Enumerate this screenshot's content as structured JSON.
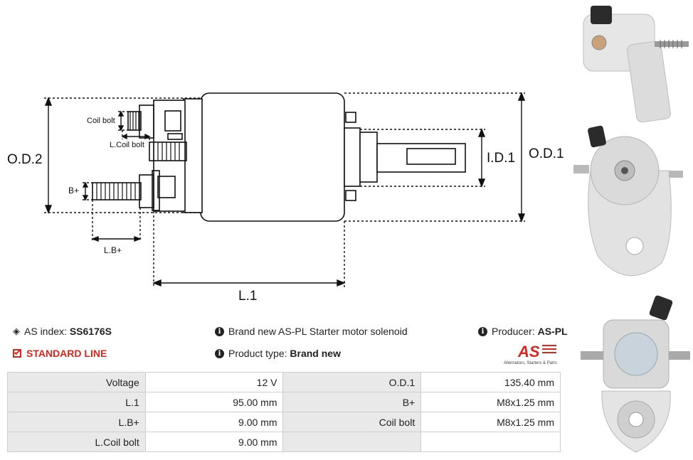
{
  "diagram": {
    "labels": {
      "od2": "O.D.2",
      "od1": "O.D.1",
      "id1": "I.D.1",
      "l1": "L.1",
      "lb": "L.B+",
      "bplus": "B+",
      "coil_bolt": "Coil bolt",
      "l_coil_bolt": "L.Coil bolt"
    }
  },
  "info": {
    "as_index_label": "AS index:",
    "as_index_value": "SS6176S",
    "line": "STANDARD LINE",
    "description": "Brand new AS-PL Starter motor solenoid",
    "product_type_label": "Product type:",
    "product_type_value": "Brand new",
    "producer_label": "Producer:",
    "producer_value": "AS-PL",
    "logo_text": "AS",
    "logo_tagline": "Alternators, Starters & Parts"
  },
  "specs": [
    [
      "Voltage",
      "12 V",
      "O.D.1",
      "135.40 mm"
    ],
    [
      "L.1",
      "95.00 mm",
      "B+",
      "M8x1.25 mm"
    ],
    [
      "L.B+",
      "9.00 mm",
      "Coil bolt",
      "M8x1.25 mm"
    ],
    [
      "L.Coil bolt",
      "9.00 mm",
      "",
      ""
    ]
  ],
  "colors": {
    "accent_red": "#d9261c",
    "label_cell": "#e9e9e9"
  }
}
